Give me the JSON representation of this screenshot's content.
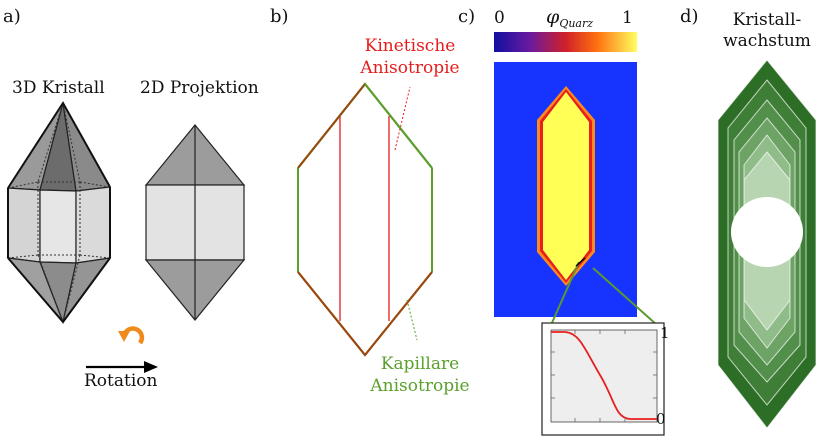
{
  "panels": {
    "a": {
      "letter": "a)",
      "crystal3d_label": "3D Kristall",
      "projection2d_label": "2D Projektion",
      "rotation_label": "Rotation"
    },
    "b": {
      "letter": "b)",
      "kinetic_line1": "Kinetische",
      "kinetic_line2": "Anisotropie",
      "capillary_line1": "Kapillare",
      "capillary_line2": "Anisotropie",
      "colors": {
        "kinetic": "#e41d1d",
        "capillary": "#5aa02c",
        "facet_top_bottom": "#9a4a10"
      }
    },
    "c": {
      "letter": "c)",
      "colorbar_min": "0",
      "colorbar_max": "1",
      "phi_symbol": "φ",
      "phi_subscript": "Quarz",
      "inset_max": "1",
      "inset_min": "0",
      "colors": {
        "field": "#1734ff",
        "crystal": "#ffff55",
        "interface": "#e81f1f"
      }
    },
    "d": {
      "letter": "d)",
      "title_line1": "Kristall-",
      "title_line2": "wachstum",
      "colors": [
        "#2d6e27",
        "#3f7e37",
        "#528f4b",
        "#6ea366",
        "#8fbc88",
        "#b6d5b0",
        "#d6e8d2"
      ]
    }
  }
}
